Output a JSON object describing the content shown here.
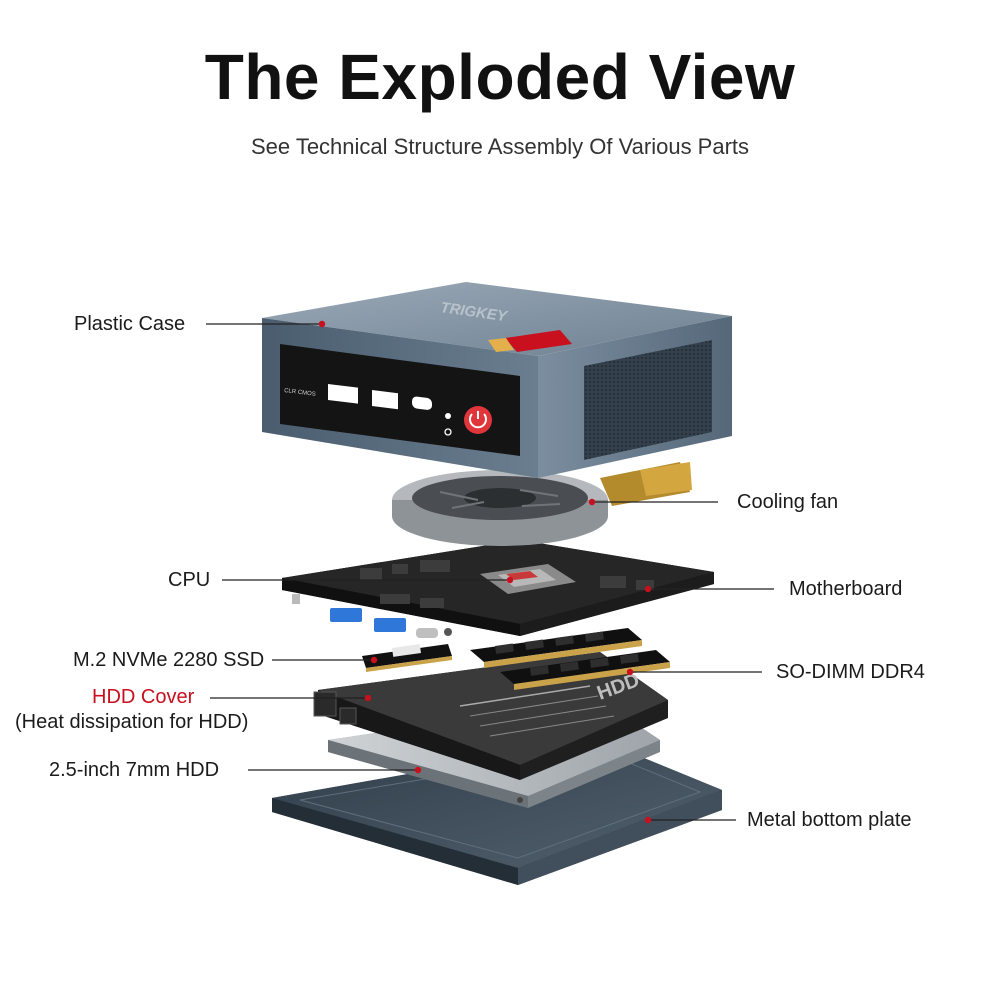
{
  "header": {
    "title": "The Exploded View",
    "subtitle": "See Technical Structure Assembly Of Various Parts"
  },
  "case": {
    "brand": "TRIGKEY",
    "port_label": "CLR CMOS"
  },
  "colors": {
    "case": "#5d7183",
    "case_top": "#8596a6",
    "panel": "#141414",
    "power_button": "#e0353b",
    "pcb": "#232323",
    "ram_gold": "#c9a24a",
    "usb_blue": "#2f77d8",
    "bottom_plate": "#3d4d5b",
    "callout_line": "#222222",
    "hdd_cover_label": "#c8101e"
  },
  "labels": {
    "plastic_case": "Plastic Case",
    "cooling_fan": "Cooling fan",
    "cpu": "CPU",
    "motherboard": "Motherboard",
    "ssd": "M.2 NVMe 2280 SSD",
    "sodimm": "SO-DIMM DDR4",
    "hdd_cover": "HDD Cover",
    "hdd_cover_note": "(Heat dissipation for HDD)",
    "hdd": "2.5-inch 7mm HDD",
    "bottom_plate": "Metal bottom plate"
  }
}
